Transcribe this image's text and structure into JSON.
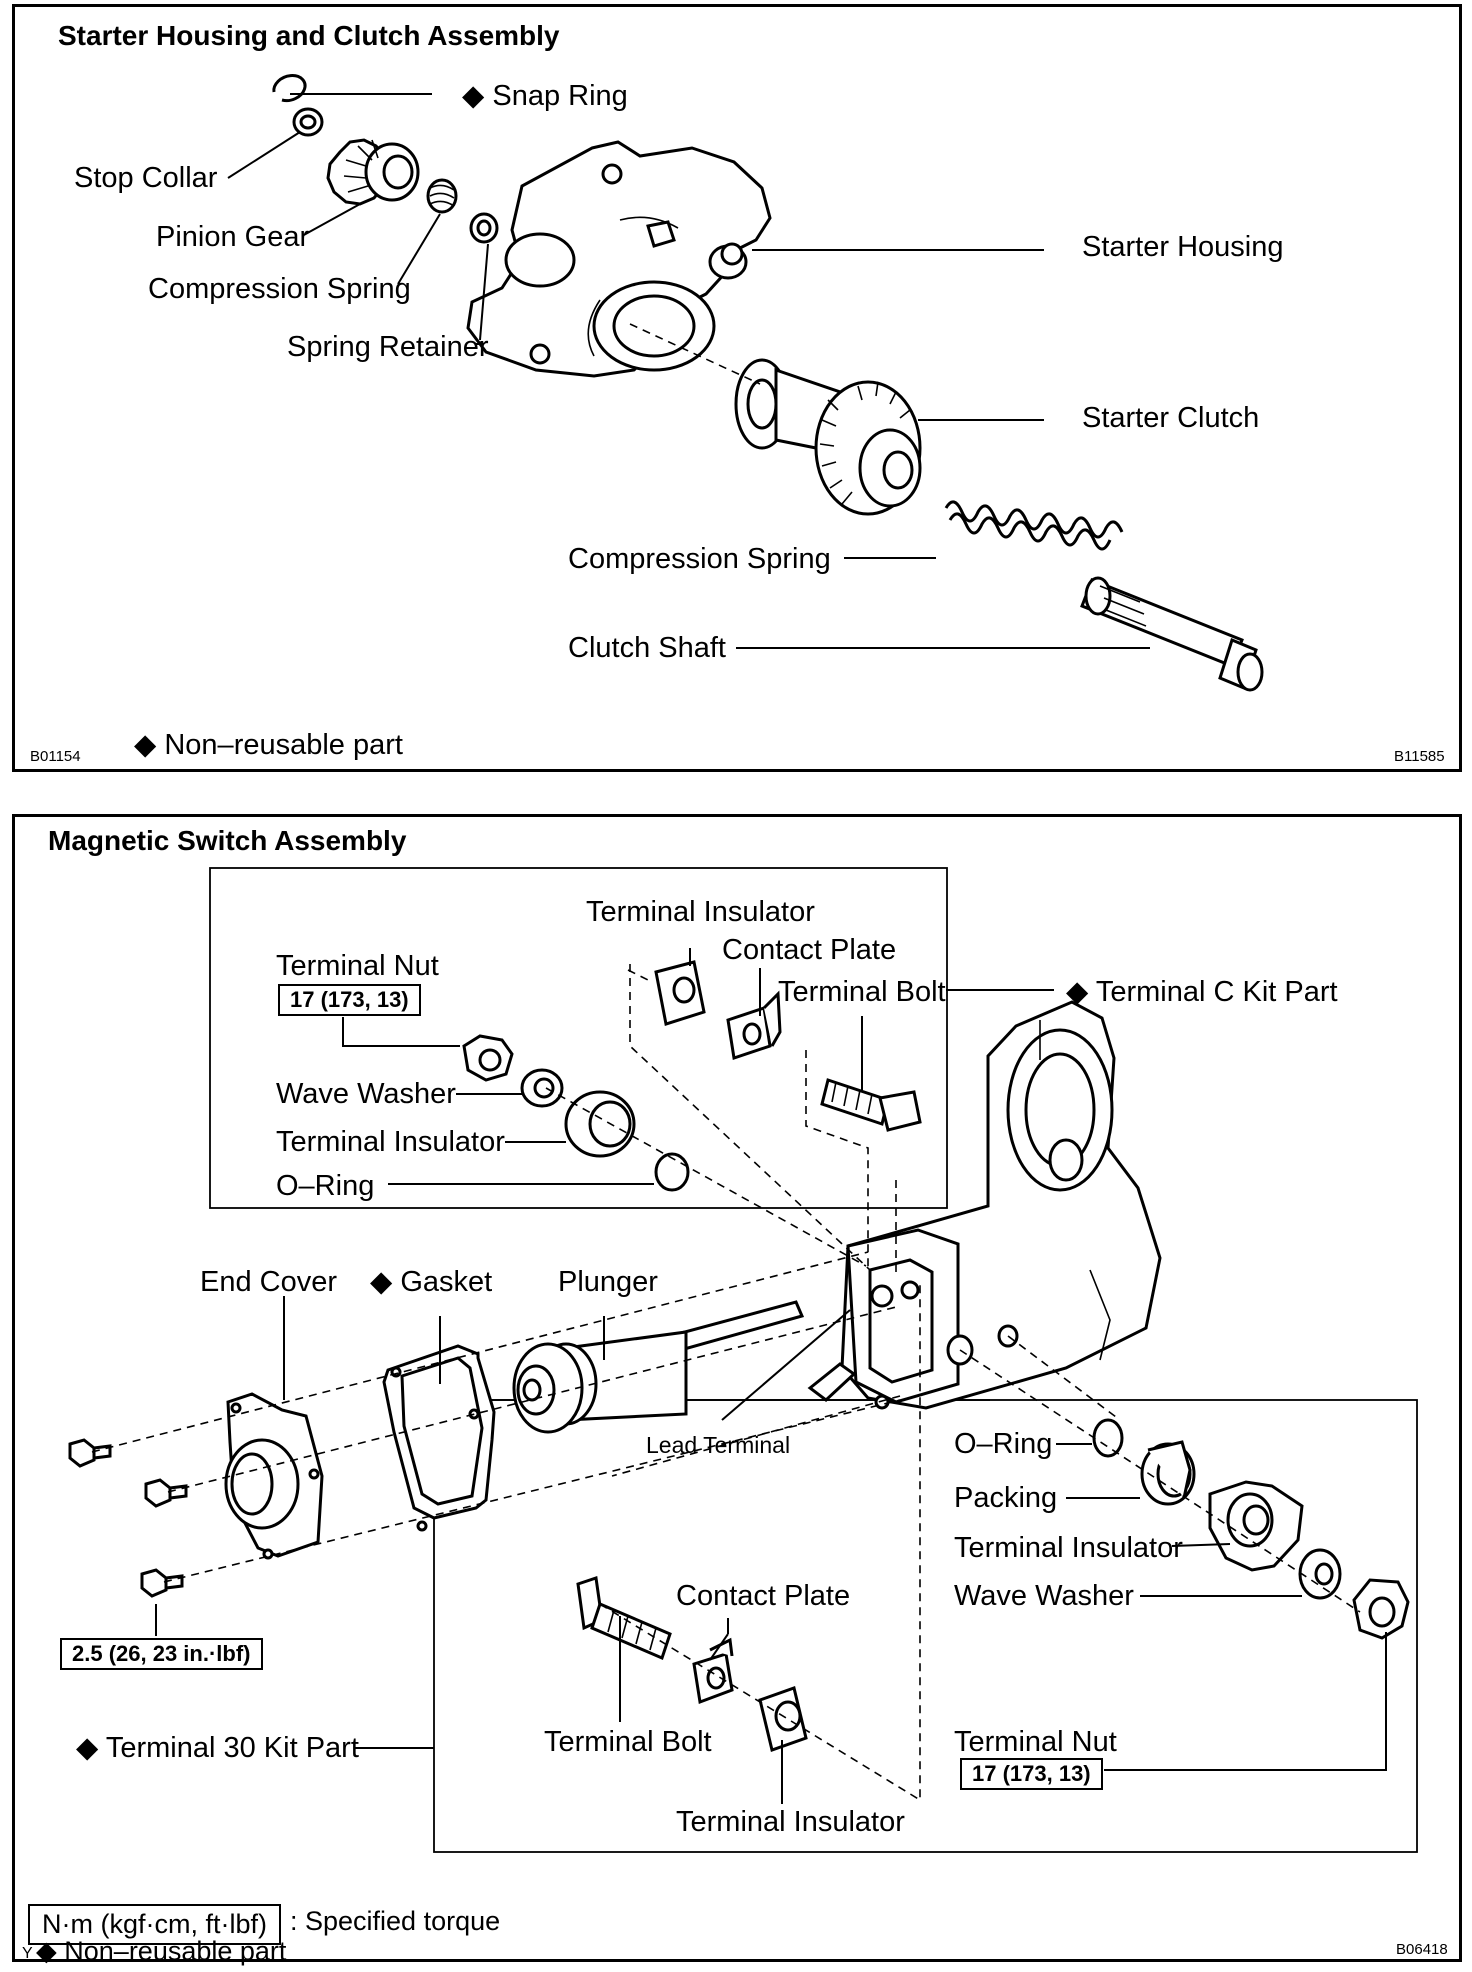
{
  "panel1": {
    "title": "Starter Housing and Clutch Assembly",
    "labels": {
      "snap_ring": "◆ Snap Ring",
      "stop_collar": "Stop Collar",
      "pinion_gear": "Pinion Gear",
      "compression_spring_upper": "Compression Spring",
      "spring_retainer": "Spring Retainer",
      "starter_housing": "Starter Housing",
      "starter_clutch": "Starter Clutch",
      "compression_spring_lower": "Compression Spring",
      "clutch_shaft": "Clutch Shaft"
    },
    "legend": "◆ Non–reusable part",
    "code_left": "B01154",
    "code_right": "B11585"
  },
  "panel2": {
    "title": "Magnetic Switch Assembly",
    "labels": {
      "terminal_insulator_top": "Terminal Insulator",
      "contact_plate_top": "Contact Plate",
      "terminal_bolt_top": "Terminal Bolt",
      "terminal_c_kit": "◆ Terminal C Kit Part",
      "terminal_nut_top": "Terminal Nut",
      "torque_nut_top": "17 (173, 13)",
      "wave_washer_top": "Wave Washer",
      "terminal_insulator_mid": "Terminal Insulator",
      "o_ring_top": "O–Ring",
      "end_cover": "End Cover",
      "gasket": "◆ Gasket",
      "plunger": "Plunger",
      "lead_terminal": "Lead Terminal",
      "o_ring_right": "O–Ring",
      "packing": "Packing",
      "terminal_insulator_right": "Terminal Insulator",
      "wave_washer_right": "Wave Washer",
      "torque_bolt": "2.5 (26, 23 in.·lbf)",
      "contact_plate_bottom": "Contact Plate",
      "terminal_30_kit": "◆ Terminal 30 Kit Part",
      "terminal_bolt_bottom": "Terminal Bolt",
      "terminal_insulator_bottom": "Terminal Insulator",
      "terminal_nut_bottom": "Terminal Nut",
      "torque_nut_bottom": "17 (173, 13)"
    },
    "legend_torque_box": "N·m (kgf·cm, ft·lbf)",
    "legend_torque_text": ": Specified torque",
    "legend_nonreusable": "◆ Non–reusable part",
    "corner_mark": "Y",
    "code_right": "B06418"
  }
}
